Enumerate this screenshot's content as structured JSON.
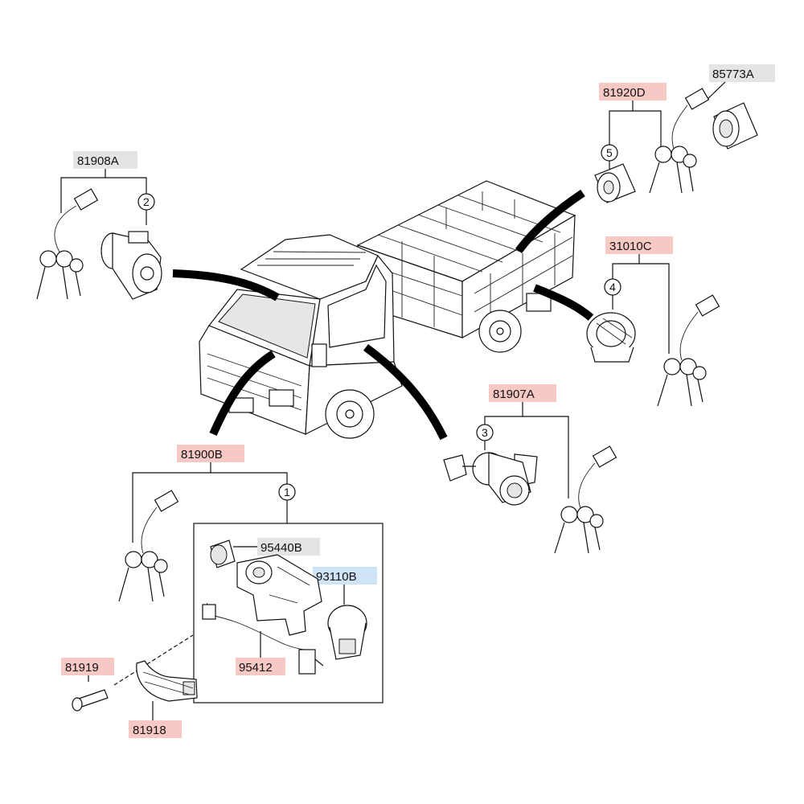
{
  "labels": {
    "l81908A": "81908A",
    "l81920D": "81920D",
    "l85773A": "85773A",
    "l31010C": "31010C",
    "l81907A": "81907A",
    "l81900B": "81900B",
    "l95440B": "95440B",
    "l93110B": "93110B",
    "l95412": "95412",
    "l81919": "81919",
    "l81918": "81918"
  },
  "callouts": {
    "c1": "1",
    "c2": "2",
    "c3": "3",
    "c4": "4",
    "c5": "5"
  },
  "colors": {
    "highlight_pink": "#f6c9c5",
    "highlight_grey": "#e4e4e4",
    "highlight_blue": "#cfe3f7",
    "line": "#111111"
  }
}
